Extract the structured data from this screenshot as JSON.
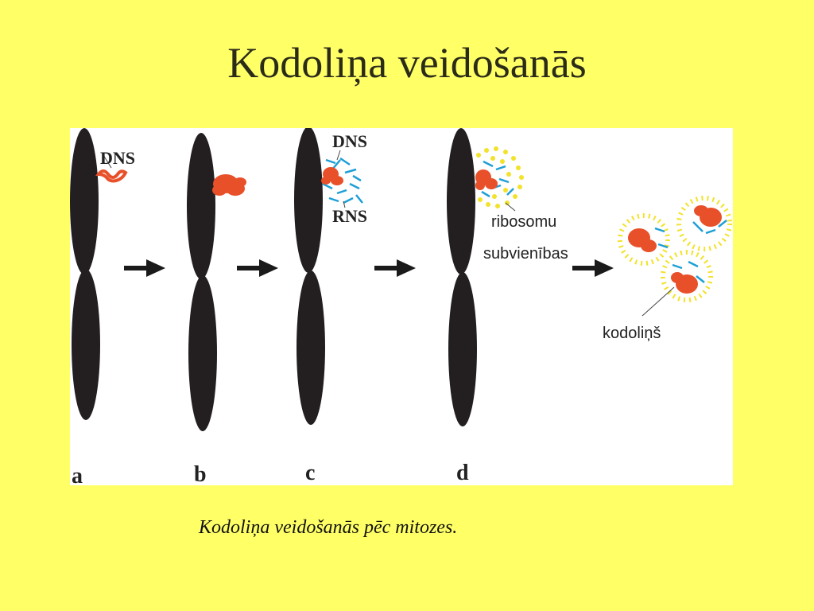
{
  "title": "Kodoliņa veidošanās",
  "caption": "Kodoliņa veidošanās pēc mitozes.",
  "diagram": {
    "stage_labels": [
      "a",
      "b",
      "c",
      "d"
    ],
    "labels": {
      "dna_a": "DNS",
      "dna_c": "DNS",
      "rna_c": "RNS",
      "ribosome_line1": "ribosomu",
      "ribosome_line2": "subvienības",
      "nucleolus": "kodoliņš"
    },
    "colors": {
      "background": "#ffff66",
      "chromosome": "#231f20",
      "dna": "#e8502a",
      "rna": "#1e9fd6",
      "ribosome": "#f2e22a",
      "arrow": "#1a1a1a"
    }
  }
}
